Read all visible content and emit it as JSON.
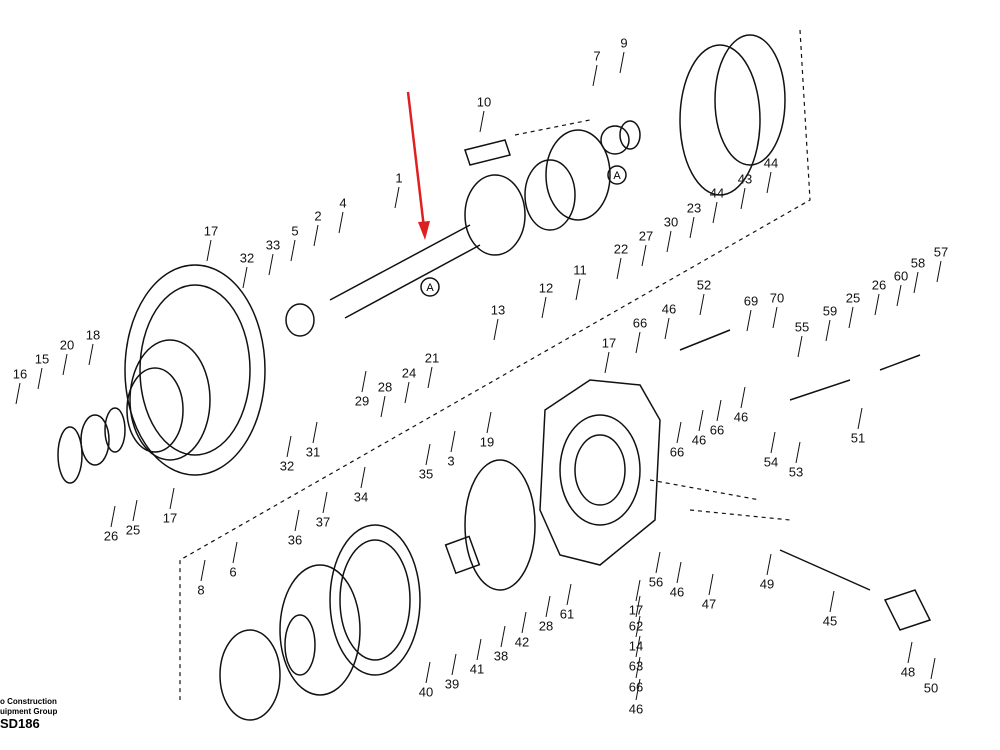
{
  "diagram": {
    "title_code": "SD186",
    "publisher_line1": "o Construction",
    "publisher_line2": "uipment Group",
    "reference_marker": "A",
    "highlight_arrow_color": "#e02020",
    "part_labels": [
      "1",
      "2",
      "4",
      "5",
      "17",
      "33",
      "32",
      "10",
      "7",
      "9",
      "44",
      "43",
      "44",
      "23",
      "30",
      "27",
      "22",
      "11",
      "12",
      "13",
      "21",
      "24",
      "28",
      "29",
      "18",
      "20",
      "15",
      "16",
      "26",
      "25",
      "17",
      "32",
      "31",
      "52",
      "46",
      "66",
      "17",
      "69",
      "70",
      "55",
      "59",
      "25",
      "26",
      "60",
      "57",
      "58",
      "51",
      "46",
      "66",
      "46",
      "66",
      "54",
      "53",
      "49",
      "45",
      "48",
      "50",
      "56",
      "46",
      "47",
      "3",
      "19",
      "35",
      "34",
      "37",
      "36",
      "6",
      "8",
      "28",
      "61",
      "17",
      "62",
      "14",
      "63",
      "66",
      "46",
      "42",
      "38",
      "41",
      "39",
      "40"
    ]
  }
}
